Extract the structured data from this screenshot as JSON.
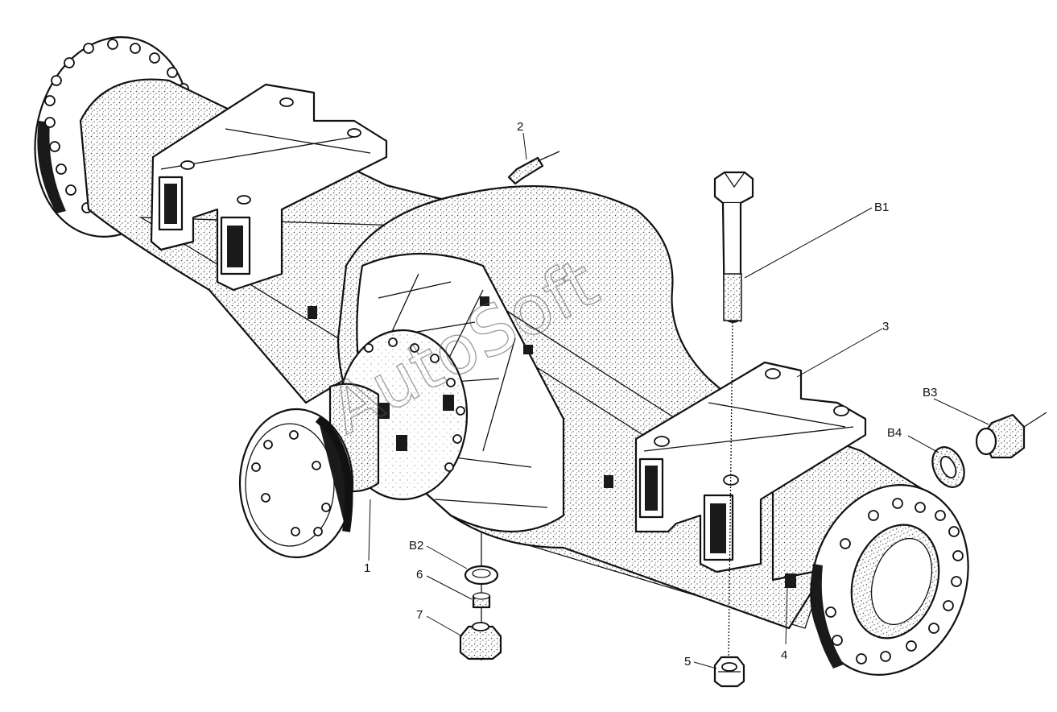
{
  "watermark": "AutoSoft",
  "callouts": {
    "c1": "1",
    "c2": "2",
    "c3": "3",
    "c4": "4",
    "c5": "5",
    "c6": "6",
    "c7": "7",
    "b1": "B1",
    "b2": "B2",
    "b3": "B3",
    "b4": "B4"
  },
  "colors": {
    "ink": "#111111",
    "paper": "#ffffff",
    "stipple": "#555555"
  }
}
